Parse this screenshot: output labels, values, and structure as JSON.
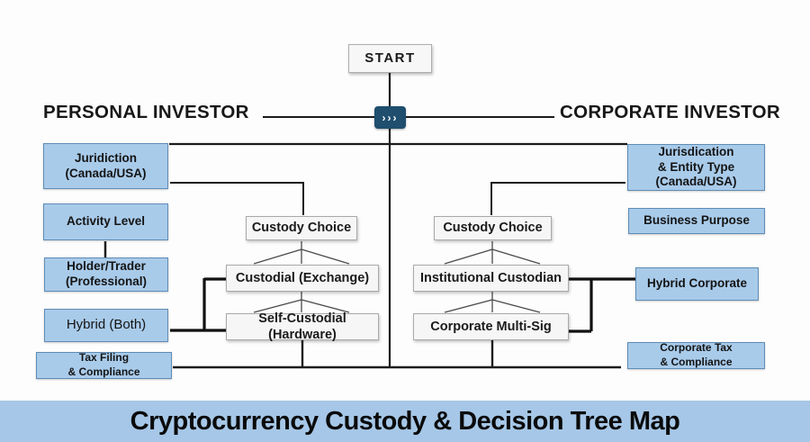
{
  "colors": {
    "node_blue_fill": "#a9cbea",
    "node_blue_border": "#5e8cb4",
    "node_white_fill": "#f6f6f6",
    "junction_navy": "#1f4e6e",
    "line_dark": "#1c1c1c",
    "title_bar_blue": "#a6c7e7"
  },
  "start": {
    "label": "START"
  },
  "junction": {
    "icon": "›››"
  },
  "headers": {
    "personal": "PERSONAL INVESTOR",
    "corporate": "CORPORATE INVESTOR"
  },
  "personal": {
    "nodes": [
      {
        "label": "Juridiction\n(Canada/USA)"
      },
      {
        "label": "Activity Level"
      },
      {
        "label": "Holder/Trader\n(Professional)"
      },
      {
        "label": "Hybrid (Both)"
      },
      {
        "label": "Tax Filing\n& Compliance"
      }
    ],
    "custody": [
      {
        "label": "Custody Choice"
      },
      {
        "label": "Custodial (Exchange)"
      },
      {
        "label": "Self-Custodial (Hardware)"
      }
    ]
  },
  "corporate": {
    "nodes": [
      {
        "label": "Jurisdication\n& Entity Type\n(Canada/USA)"
      },
      {
        "label": "Business Purpose"
      },
      {
        "label": "Hybrid Corporate"
      },
      {
        "label": "Corporate Tax\n& Compliance"
      }
    ],
    "custody": [
      {
        "label": "Custody Choice"
      },
      {
        "label": "Institutional Custodian"
      },
      {
        "label": "Corporate Multi-Sig"
      }
    ]
  },
  "footer": {
    "title": "Cryptocurrency Custody & Decision Tree Map"
  }
}
